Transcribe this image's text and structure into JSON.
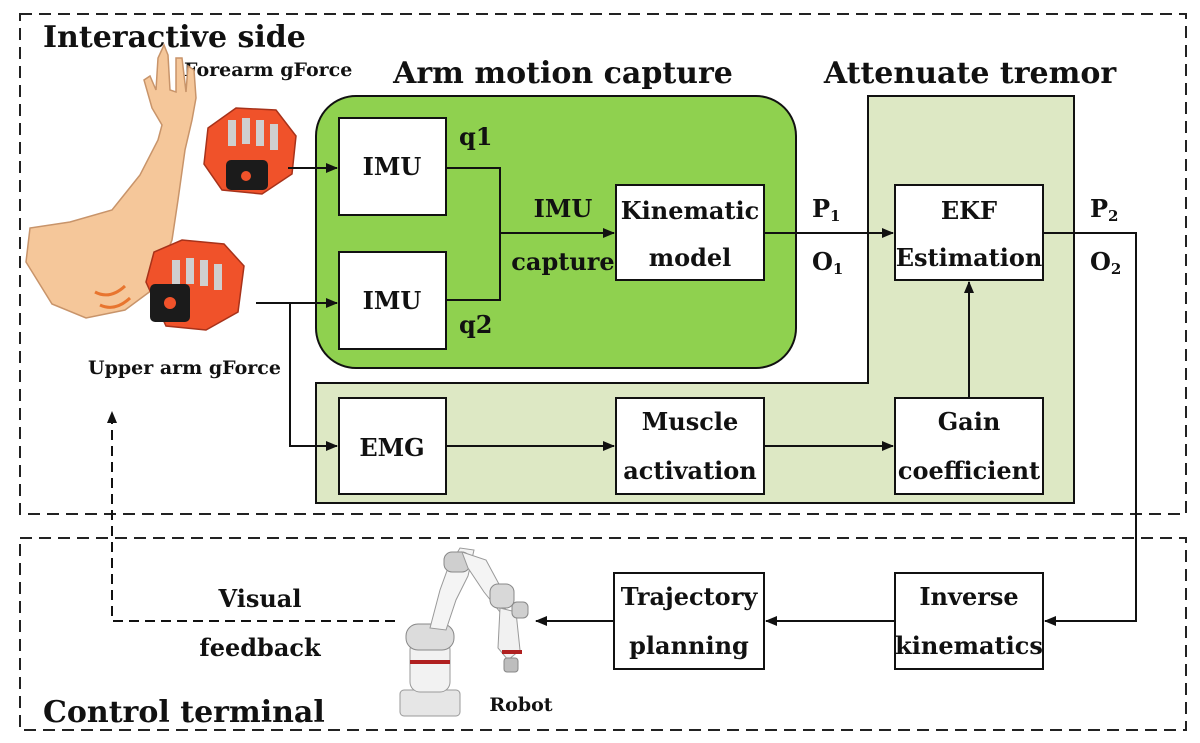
{
  "sections": {
    "interactive_side": "Interactive side",
    "control_terminal": "Control terminal"
  },
  "titles": {
    "arm_motion_capture": "Arm motion capture",
    "attenuate_tremor": "Attenuate tremor"
  },
  "sensors": {
    "forearm": "Forearm gForce",
    "upper_arm": "Upper arm gForce"
  },
  "blocks": {
    "imu_top": "IMU",
    "imu_bottom": "IMU",
    "kinematic_model": [
      "Kinematic",
      "model"
    ],
    "ekf": [
      "EKF",
      "Estimation"
    ],
    "emg": "EMG",
    "muscle_activation": [
      "Muscle",
      "activation"
    ],
    "gain_coefficient": [
      "Gain",
      "coefficient"
    ],
    "trajectory_planning": [
      "Trajectory",
      "planning"
    ],
    "inverse_kinematics": [
      "Inverse",
      "kinematics"
    ]
  },
  "signals": {
    "q1": "q1",
    "q2": "q2",
    "imu_capture": [
      "IMU",
      "capture"
    ],
    "p1": "P",
    "p1_sub": "1",
    "o1": "O",
    "o1_sub": "1",
    "p2": "P",
    "p2_sub": "2",
    "o2": "O",
    "o2_sub": "2"
  },
  "visual_feedback": [
    "Visual",
    "feedback"
  ],
  "robot": "Robot",
  "colors": {
    "capture_fill": "#8fd14f",
    "tremor_fill": "#dde8c4",
    "band_orange": "#f0522a",
    "skin": "#f5c79a"
  }
}
